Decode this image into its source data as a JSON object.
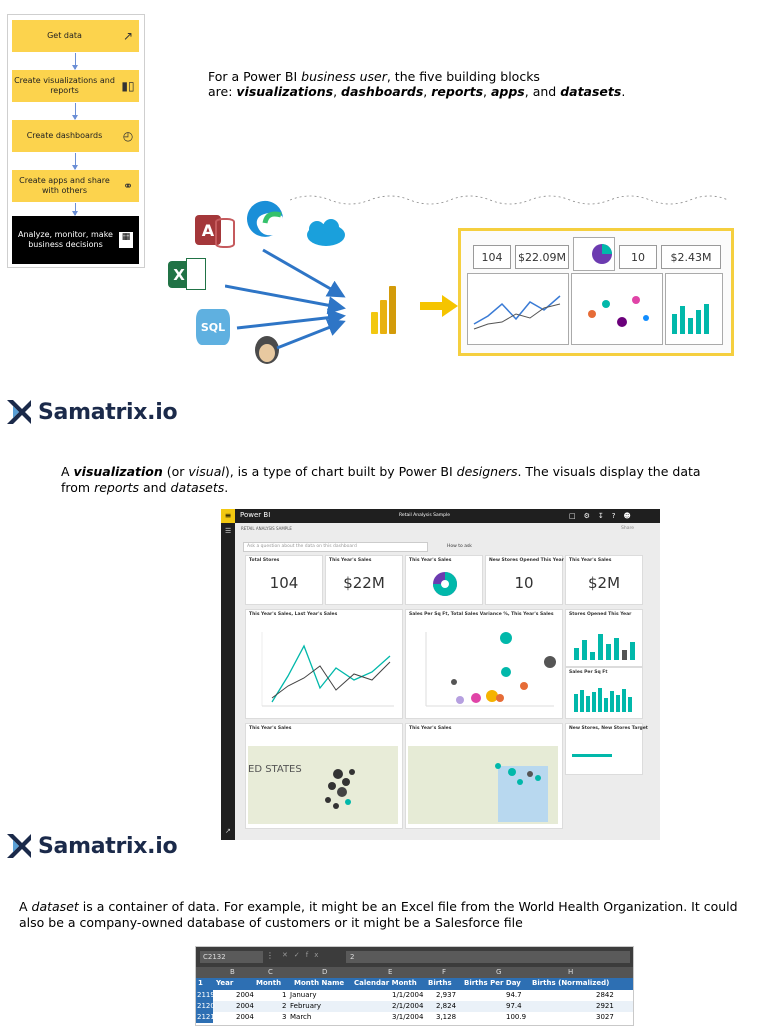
{
  "flow": {
    "steps": [
      {
        "label": "Get data",
        "icon": "arrow-icon"
      },
      {
        "label": "Create visualizations and reports",
        "icon": "bar-chart-icon"
      },
      {
        "label": "Create dashboards",
        "icon": "gauge-icon"
      },
      {
        "label": "Create apps and share with others",
        "icon": "share-icon"
      },
      {
        "label": "Analyze, monitor, make business decisions",
        "icon": "report-icon"
      }
    ]
  },
  "intro": {
    "line1_pre": "For a Power BI ",
    "line1_em": "business user",
    "line1_post": ", the five building blocks",
    "line2_pre": "are: ",
    "b1": "visualizations",
    "sep1": ", ",
    "b2": "dashboards",
    "sep2": ", ",
    "b3": "reports",
    "sep3": ", ",
    "b4": "apps",
    "sep4": ", and ",
    "b5": "datasets",
    "end": "."
  },
  "sources": {
    "access": "A",
    "excel": "X",
    "sql": "SQL"
  },
  "report_preview": {
    "kpis": [
      "104",
      "$22.09M",
      "10",
      "$2.43M"
    ]
  },
  "brand": {
    "name": "Samatrix.io",
    "colors": {
      "dark": "#1b2a4a",
      "accent": "#5aa0d6"
    }
  },
  "visual_para": {
    "p1": "A ",
    "b": "visualization",
    "p2": " (or ",
    "i1": "visual",
    "p3": "), is a type of chart built by Power BI ",
    "i2": "designers",
    "p4": ". The visuals display the data",
    "p5": "from ",
    "i3": "reports",
    "p6": " and ",
    "i4": "datasets",
    "p7": "."
  },
  "powerbi": {
    "app": "Power BI",
    "report_title": "Retail Analysis Sample",
    "breadcrumb": "RETAIL ANALYSIS SAMPLE",
    "qa_placeholder": "Ask a question about the data on this dashboard",
    "qa_link": "How to ask",
    "share": "Share",
    "tiles": {
      "total_stores": {
        "title": "Total Stores",
        "value": "104"
      },
      "this_year_sales": {
        "title": "This Year's Sales",
        "value": "$22M"
      },
      "pie": {
        "title": "This Year's Sales"
      },
      "new_stores": {
        "title": "New Stores Opened This Year",
        "value": "10"
      },
      "sales_2": {
        "title": "This Year's Sales",
        "value": "$2M"
      },
      "line": {
        "title": "This Year's Sales, Last Year's Sales"
      },
      "scatter": {
        "title": "Sales Per Sq Ft, Total Sales Variance %, This Year's Sales"
      },
      "stores_opened": {
        "title": "Stores Opened This Year"
      },
      "sales_sqft": {
        "title": "Sales Per Sq Ft"
      },
      "map1": {
        "title": "This Year's Sales",
        "label": "ED STATES"
      },
      "map2": {
        "title": "This Year's Sales"
      },
      "target": {
        "title": "New Stores, New Stores Target"
      }
    }
  },
  "dataset_para": {
    "p1": "A ",
    "i": "dataset",
    "p2": " is a container of data. For example, it might be an Excel file from the World Health Organization. It could",
    "p3": "also be a company-owned database of customers or it might be a Salesforce file"
  },
  "excel": {
    "name_box": "C2132",
    "formula": "2",
    "col_letters": [
      "B",
      "C",
      "D",
      "E",
      "F",
      "G",
      "H"
    ],
    "headers": [
      "Year",
      "Month",
      "Month Name",
      "Calendar Month",
      "Births",
      "Births Per Day",
      "Births (Normalized)"
    ],
    "rows": [
      {
        "n": "2119",
        "cells": [
          "2004",
          "1",
          "January",
          "1/1/2004",
          "2,937",
          "94.7",
          "2842"
        ]
      },
      {
        "n": "2120",
        "cells": [
          "2004",
          "2",
          "February",
          "2/1/2004",
          "2,824",
          "97.4",
          "2921"
        ]
      },
      {
        "n": "2121",
        "cells": [
          "2004",
          "3",
          "March",
          "3/1/2004",
          "3,128",
          "100.9",
          "3027"
        ]
      }
    ]
  }
}
